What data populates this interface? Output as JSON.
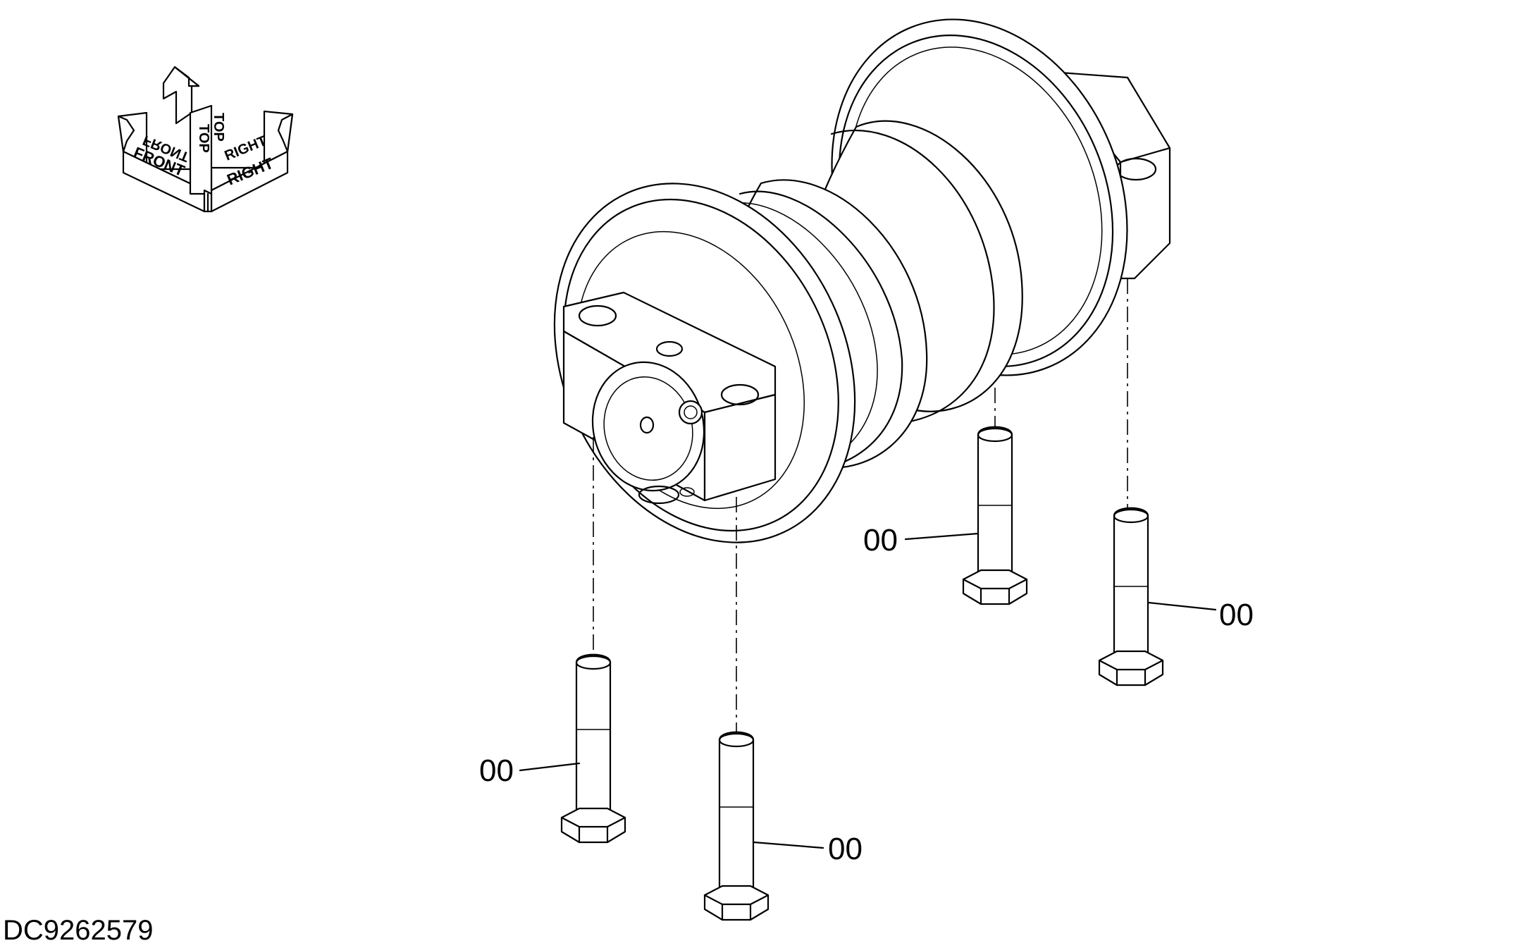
{
  "orientation": {
    "front": "FRONT",
    "top": "TOP",
    "right": "RIGHT"
  },
  "callouts": [
    {
      "label": "00"
    },
    {
      "label": "00"
    },
    {
      "label": "00"
    },
    {
      "label": "00"
    }
  ],
  "drawing_id": "DC9262579",
  "colors": {
    "line": "#000000",
    "background": "#ffffff"
  }
}
